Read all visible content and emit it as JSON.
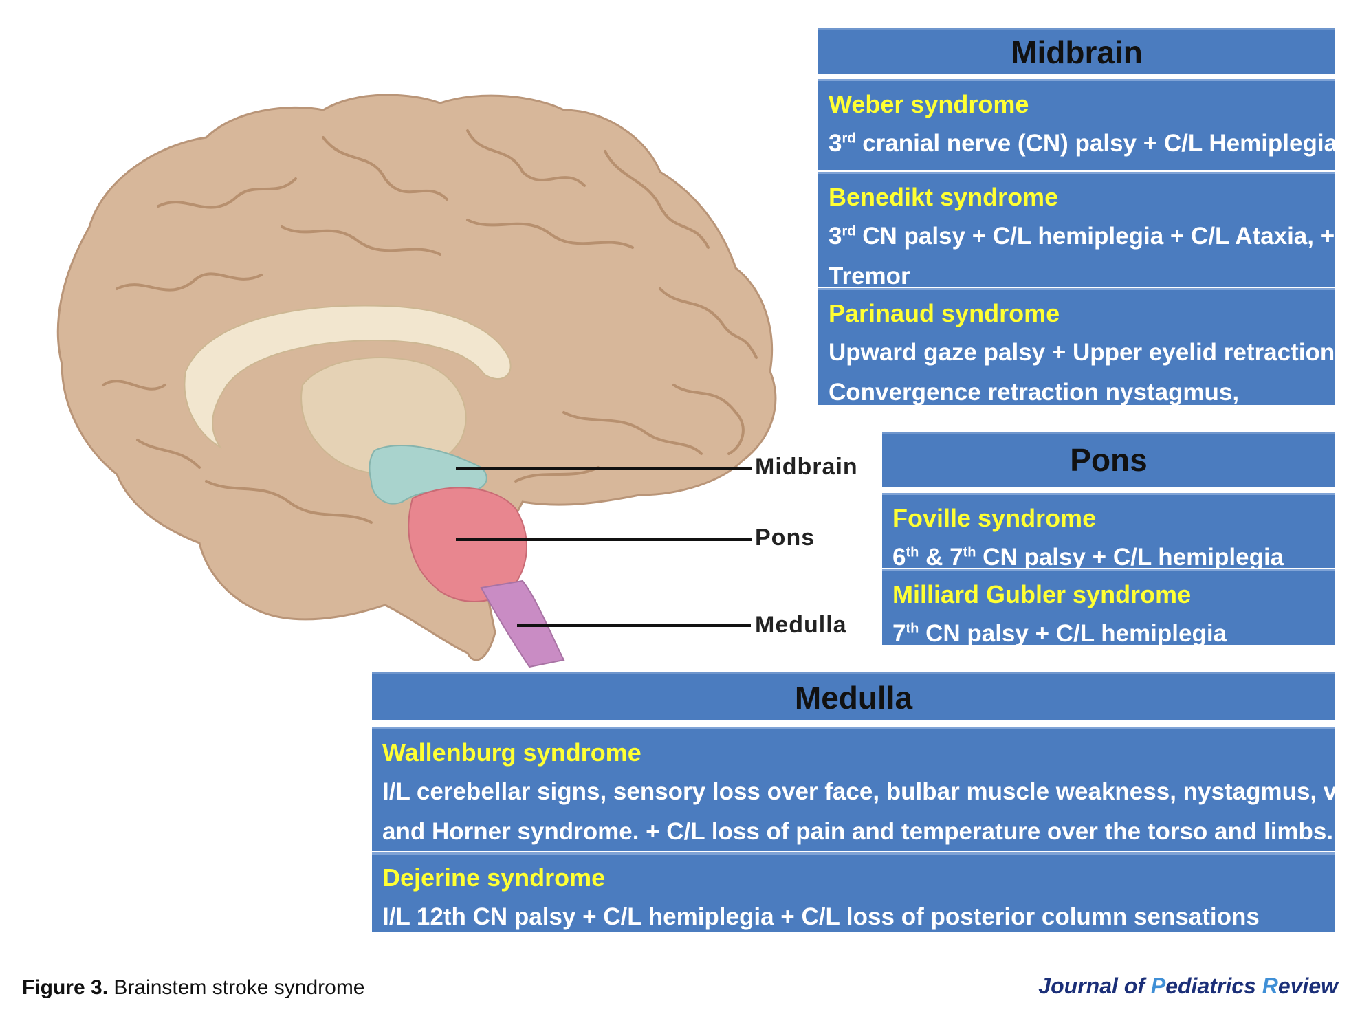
{
  "midbrain": {
    "title": "Midbrain",
    "entries": [
      {
        "name": "Weber syndrome",
        "desc_pre": "3",
        "desc_sup": "rd",
        "desc_post": " cranial nerve (CN) palsy + C/L Hemiplegia"
      },
      {
        "name": "Benedikt syndrome",
        "desc_pre": "3",
        "desc_sup": "rd",
        "desc_post": " CN palsy + C/L hemiplegia + C/L Ataxia, +",
        "desc_line2": "Tremor"
      },
      {
        "name": "Parinaud syndrome",
        "desc_line1": "Upward gaze palsy + Upper eyelid retraction +",
        "desc_line2": "Convergence retraction nystagmus,"
      }
    ]
  },
  "pons": {
    "title": "Pons",
    "entries": [
      {
        "name": "Foville syndrome",
        "n1": "6",
        "s1": "th",
        "mid": " & 7",
        "s2": "th",
        "post": "  CN palsy + C/L hemiplegia"
      },
      {
        "name": "Milliard Gubler syndrome",
        "n1": "7",
        "s1": "th",
        "post": " CN palsy + C/L hemiplegia"
      }
    ]
  },
  "medulla": {
    "title": "Medulla",
    "entries": [
      {
        "name": "Wallenburg  syndrome",
        "desc_line1": "I/L cerebellar signs, sensory loss over face, bulbar muscle weakness, nystagmus, vertigo",
        "desc_line2": "and Horner syndrome. + C/L  loss of pain and temperature over the torso and limbs."
      },
      {
        "name": "Dejerine syndrome",
        "desc_line1": "I/L 12th CN palsy + C/L hemiplegia + C/L loss of posterior column sensations"
      }
    ]
  },
  "brain_labels": {
    "midbrain": "Midbrain",
    "pons": "Pons",
    "medulla": "Medulla"
  },
  "caption": {
    "figure": "Figure 3.",
    "text": " Brainstem stroke syndrome"
  },
  "journal": {
    "j": "J",
    "w1": "ournal of ",
    "p": "P",
    "w2": "ediatrics ",
    "r": "R",
    "w3": "eview"
  },
  "colors": {
    "panel": "#4b7cbf",
    "syndrome_name": "#ffff33",
    "brain": "#d9b99d",
    "midbrain": "#a9d3cd",
    "pons": "#e8868f",
    "medulla": "#c98cc4"
  }
}
